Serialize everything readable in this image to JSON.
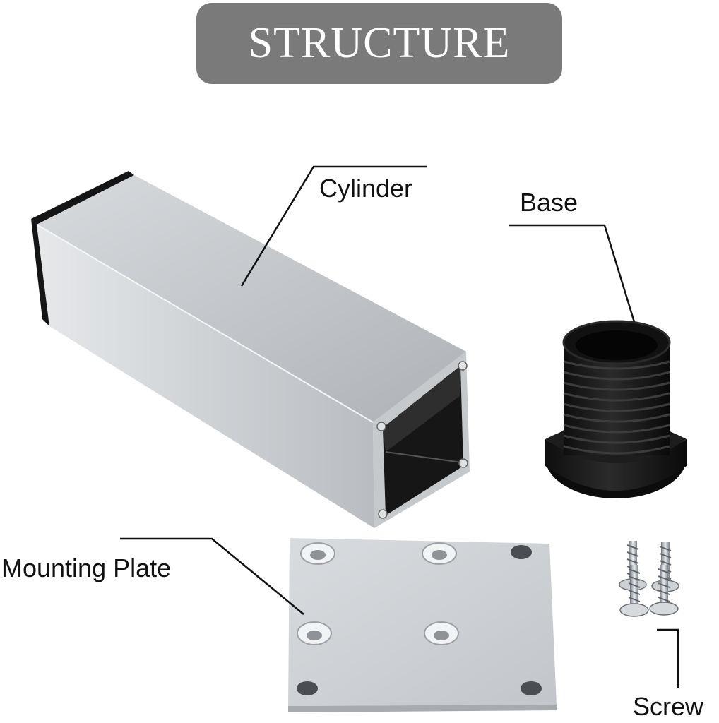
{
  "banner": {
    "title": "STRUCTURE"
  },
  "labels": {
    "cylinder": "Cylinder",
    "base": "Base",
    "mounting_plate": "Mounting Plate",
    "screw": "Screw"
  },
  "colors": {
    "banner_bg": "#7a7a7a",
    "banner_text": "#ffffff",
    "aluminum": "#c9cccf",
    "base_black": "#1a1a1a"
  }
}
